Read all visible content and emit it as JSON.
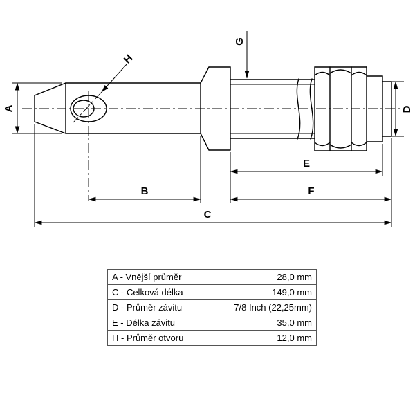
{
  "drawing": {
    "dimension_labels": {
      "A": "A",
      "B": "B",
      "C": "C",
      "D": "D",
      "E": "E",
      "F": "F",
      "G": "G",
      "H": "H"
    }
  },
  "table": {
    "rows": [
      {
        "param": "A - Vnější průměr",
        "value": "28,0 mm"
      },
      {
        "param": "C - Celková délka",
        "value": "149,0 mm"
      },
      {
        "param": "D - Průměr závitu",
        "value": "7/8 Inch (22,25mm)"
      },
      {
        "param": "E - Délka závitu",
        "value": "35,0 mm"
      },
      {
        "param": "H - Průměr otvoru",
        "value": "12,0 mm"
      }
    ]
  },
  "colors": {
    "line": "#000000",
    "background": "#ffffff",
    "table_border": "#555555"
  }
}
